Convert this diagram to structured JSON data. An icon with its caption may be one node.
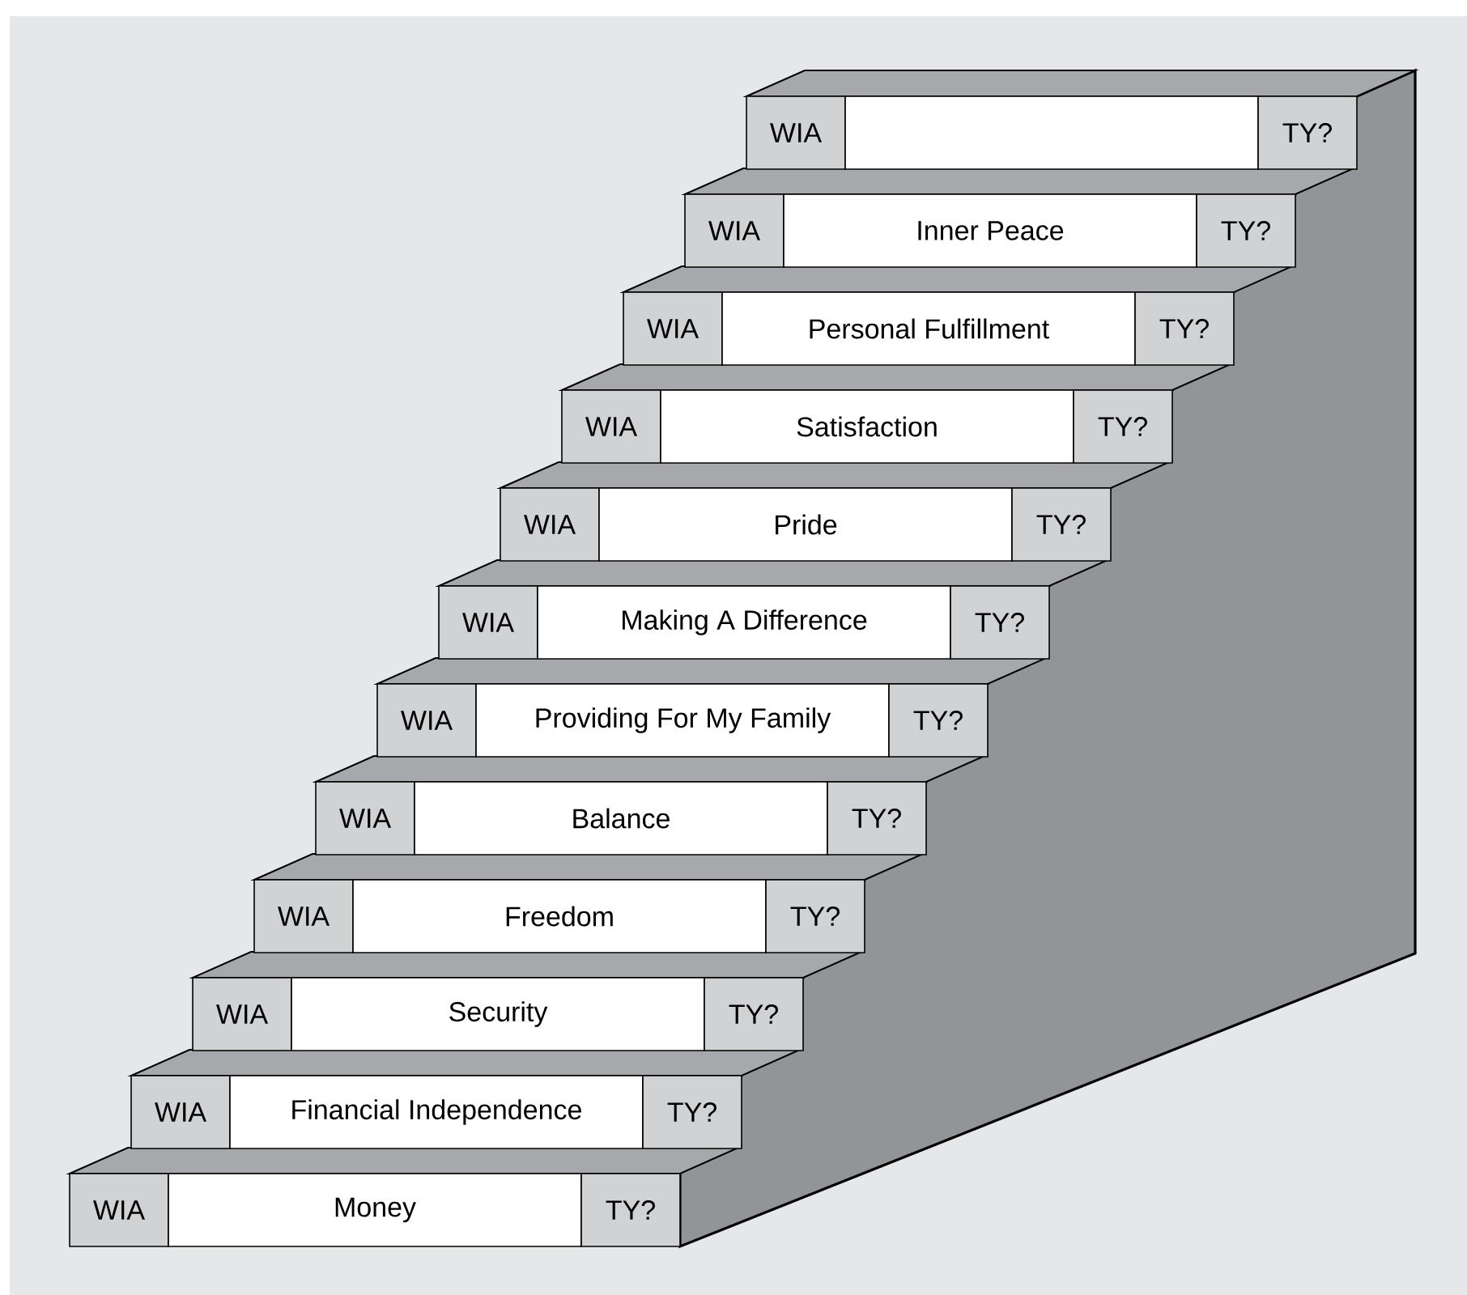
{
  "diagram": {
    "nodes": [
      {
        "text": [
          "WIA"
        ]
      },
      {
        "text": [],
        "shape": "box"
      },
      {
        "text": [
          "TY?"
        ]
      },
      {
        "text": [
          "WIA"
        ]
      },
      {
        "text": [
          "Inner Peace"
        ]
      },
      {
        "text": [
          "TY?"
        ]
      },
      {
        "text": [
          "WIA"
        ]
      },
      {
        "text": [
          "Personal Fulfillment"
        ]
      },
      {
        "text": [
          "TY?"
        ]
      },
      {
        "text": [
          "WIA"
        ]
      },
      {
        "text": [
          "Satisfaction"
        ]
      },
      {
        "text": [
          "TY?"
        ]
      },
      {
        "text": [
          "WIA"
        ]
      },
      {
        "text": [
          "Pride"
        ]
      },
      {
        "text": [
          "TY?"
        ]
      },
      {
        "text": [
          "WIA"
        ]
      },
      {
        "text": [
          "Making A Difference"
        ]
      },
      {
        "text": [
          "TY?"
        ]
      },
      {
        "text": [
          "WIA"
        ]
      },
      {
        "text": [
          "Providing For My Family"
        ]
      },
      {
        "text": [
          "TY?"
        ]
      },
      {
        "text": [
          "WIA"
        ]
      },
      {
        "text": [
          "Balance"
        ]
      },
      {
        "text": [
          "TY?"
        ]
      },
      {
        "text": [
          "WIA"
        ]
      },
      {
        "text": [
          "Freedom"
        ]
      },
      {
        "text": [
          "TY?"
        ]
      },
      {
        "text": [
          "WIA"
        ]
      },
      {
        "text": [
          "Security"
        ]
      },
      {
        "text": [
          "TY?"
        ]
      },
      {
        "text": [
          "WIA"
        ]
      },
      {
        "text": [
          "Financial Independence"
        ]
      },
      {
        "text": [
          "TY?"
        ]
      },
      {
        "text": [
          "WIA"
        ]
      },
      {
        "text": [
          "Money"
        ]
      },
      {
        "text": [
          "TY?"
        ]
      }
    ]
  }
}
